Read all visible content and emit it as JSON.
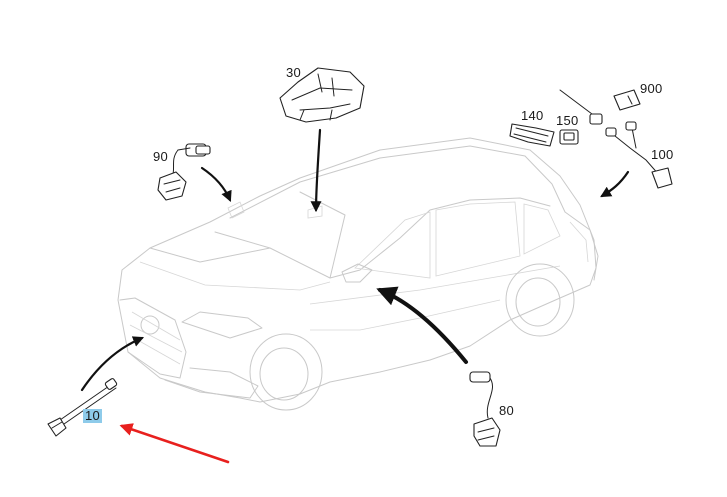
{
  "diagram": {
    "callouts": [
      {
        "id": "10",
        "label": "10",
        "highlighted": true
      },
      {
        "id": "30",
        "label": "30"
      },
      {
        "id": "80",
        "label": "80"
      },
      {
        "id": "90",
        "label": "90"
      },
      {
        "id": "100",
        "label": "100"
      },
      {
        "id": "140",
        "label": "140"
      },
      {
        "id": "150",
        "label": "150"
      },
      {
        "id": "900",
        "label": "900"
      }
    ],
    "colors": {
      "highlight": "#8ecbea",
      "pointer_arrow": "#e8201e",
      "car_outline": "#c9c9c9",
      "part_stroke": "#222222"
    }
  }
}
